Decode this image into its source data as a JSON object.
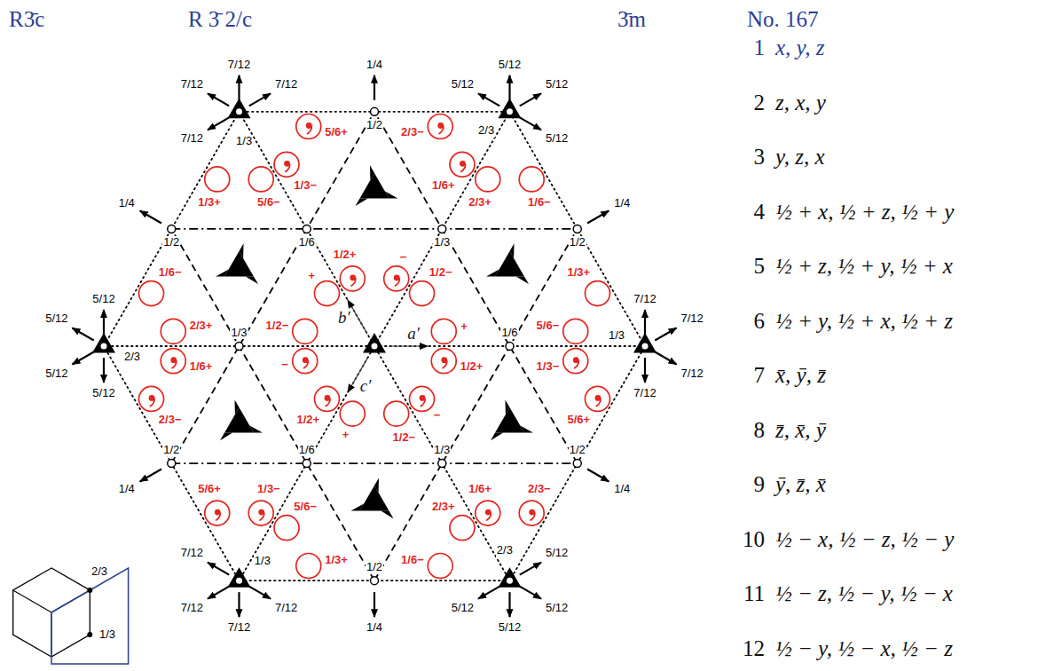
{
  "diagram": {
    "title": "R3̄c",
    "labels": [
      "R 3̄ 2/c",
      "3̄m",
      "No. 167",
      "1",
      "x, y, z",
      "2",
      "z, x, y",
      "3",
      "y, z, x",
      "4",
      "½ + x, ½ + z, ½ + y",
      "5",
      "½ + z, ½ + y, ½ + x",
      "6",
      "½ + y, ½ + x, ½ + z",
      "7",
      "x̄, ȳ, z̄",
      "8",
      "z̄, x̄, ȳ",
      "9",
      "ȳ, z̄, x̄",
      "10",
      "½ − x, ½ − z, ½ − y",
      "11",
      "½ − z, ½ − y, ½ − x",
      "12",
      "½ − y, ½ − x, ½ − z",
      "a′",
      "b′",
      "c′",
      "1/3",
      "2/3",
      "1/3",
      "2/3",
      "1/3",
      "2/3",
      "1/2",
      "1/2",
      "1/6",
      "1/3",
      "1/2",
      "1/3",
      "1/6",
      "1/2",
      "1/6",
      "1/3",
      "1/2",
      "1/2",
      "5/12",
      "5/12",
      "7/12",
      "7/12",
      "1/4",
      "1/4",
      "5/12",
      "5/12",
      "7/12",
      "7/12",
      "5/12",
      "5/12",
      "7/12",
      "7/12",
      "1/4",
      "1/4",
      "5/12",
      "5/12",
      "7/12",
      "7/12",
      "5/12",
      "5/12",
      "7/12",
      "7/12",
      "1/4",
      "1/4",
      "5/12",
      "5/12",
      "7/12",
      "7/12",
      "+",
      "+",
      "+",
      "1/6+",
      "1/6+",
      "1/6+",
      "1/3+",
      "1/3+",
      "1/3+",
      "1/2+",
      "1/2+",
      "1/2+",
      "2/3+",
      "2/3+",
      "2/3+",
      "5/6+",
      "5/6+",
      "5/6+",
      "−",
      "−",
      "−",
      "1/6−",
      "1/6−",
      "1/6−",
      "1/3−",
      "1/3−",
      "1/3−",
      "1/2−",
      "1/2−",
      "1/2−",
      "2/3−",
      "2/3−",
      "2/3−",
      "5/6−",
      "5/6−",
      "5/6−",
      "2/3",
      "1/3"
    ]
  }
}
